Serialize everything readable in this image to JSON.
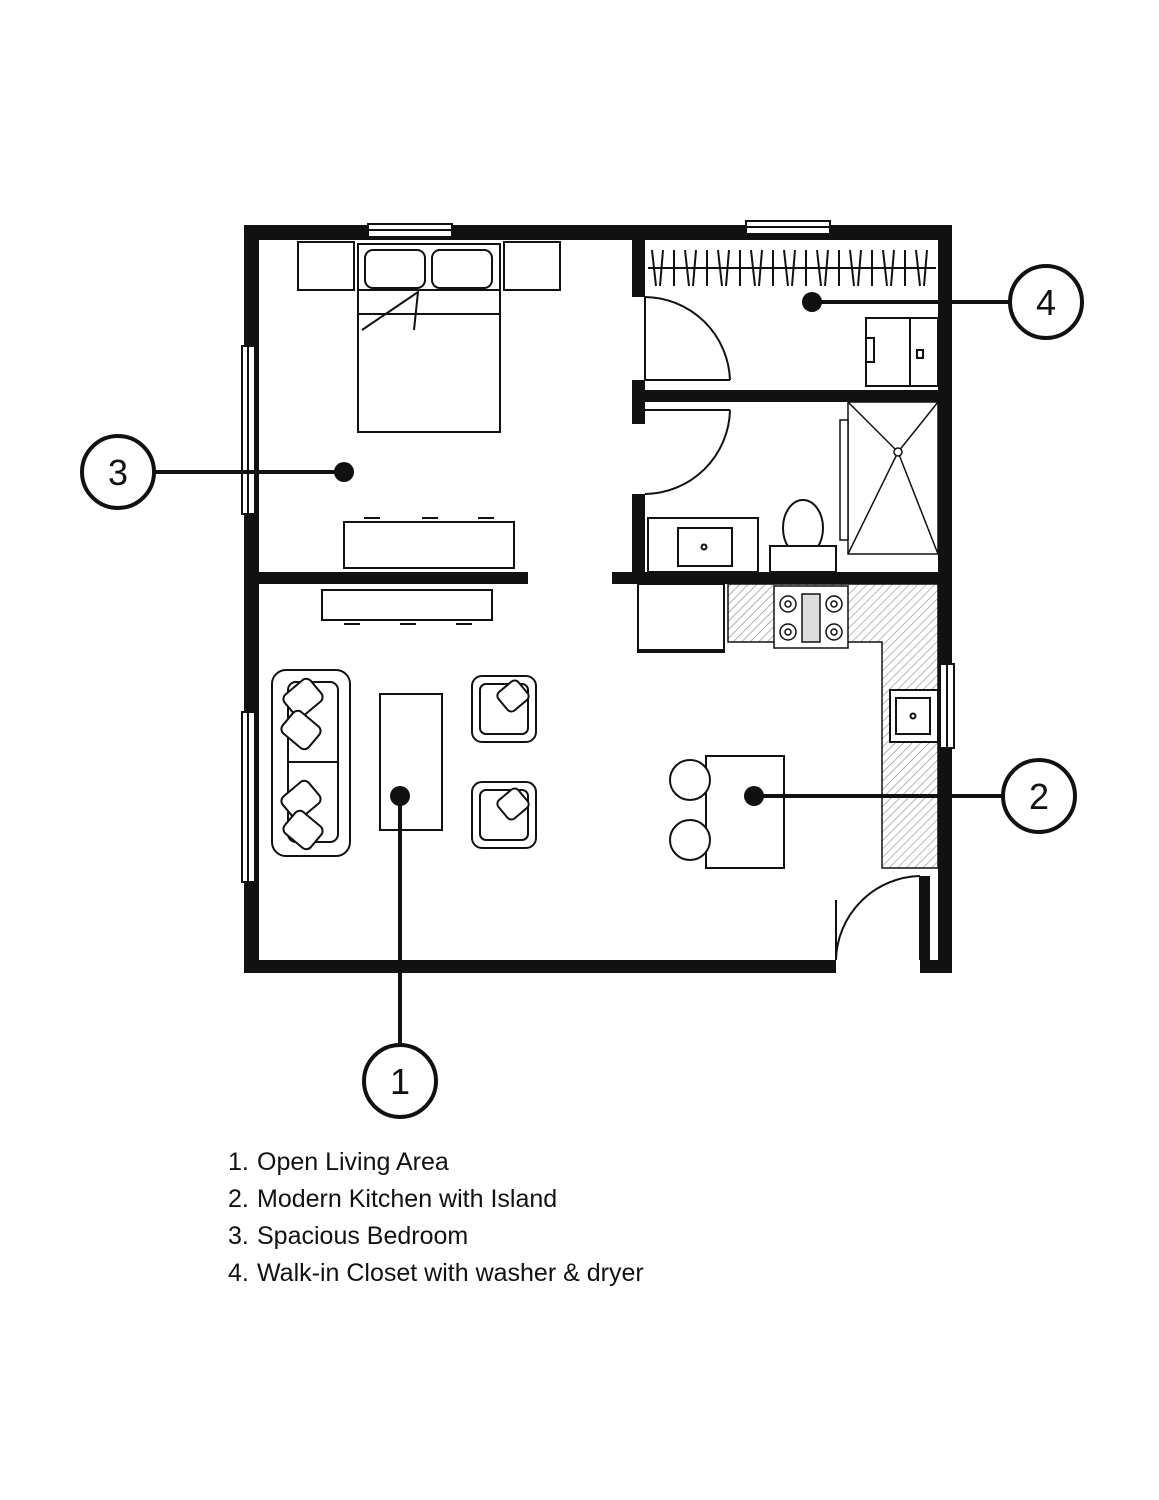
{
  "callouts": [
    {
      "number": "1",
      "room": "living"
    },
    {
      "number": "2",
      "room": "kitchen"
    },
    {
      "number": "3",
      "room": "bedroom"
    },
    {
      "number": "4",
      "room": "closet"
    }
  ],
  "legend": [
    {
      "number": "1.",
      "label": "Open Living Area"
    },
    {
      "number": "2.",
      "label": "Modern Kitchen with Island"
    },
    {
      "number": "3.",
      "label": "Spacious Bedroom"
    },
    {
      "number": "4.",
      "label": "Walk-in Closet with washer & dryer"
    }
  ],
  "colors": {
    "line": "#111111",
    "background": "#ffffff"
  }
}
